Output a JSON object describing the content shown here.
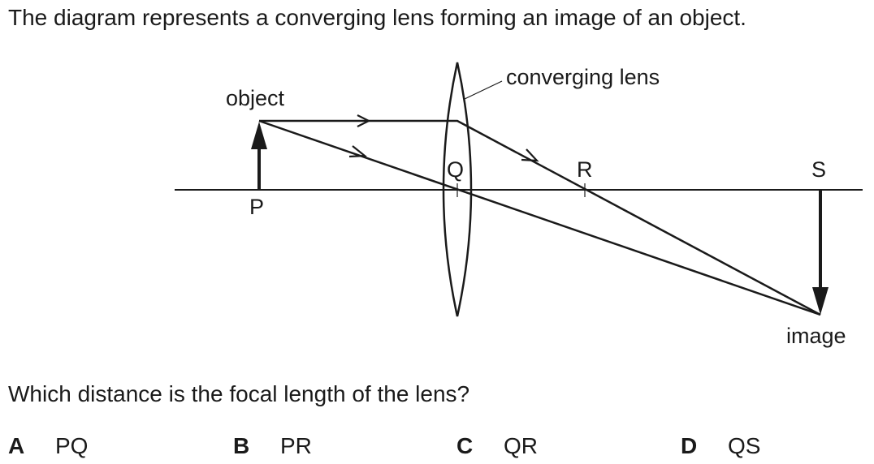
{
  "intro_text": "The diagram represents a converging lens forming an image of an object.",
  "diagram": {
    "labels": {
      "object": "object",
      "converging_lens": "converging lens",
      "P": "P",
      "Q": "Q",
      "R": "R",
      "S": "S",
      "image": "image"
    }
  },
  "question_text": "Which distance is the focal length of the lens?",
  "options": [
    {
      "letter": "A",
      "text": "PQ"
    },
    {
      "letter": "B",
      "text": "PR"
    },
    {
      "letter": "C",
      "text": "QR"
    },
    {
      "letter": "D",
      "text": "QS"
    }
  ],
  "colors": {
    "ink": "#1a1a1a",
    "background": "#ffffff"
  }
}
